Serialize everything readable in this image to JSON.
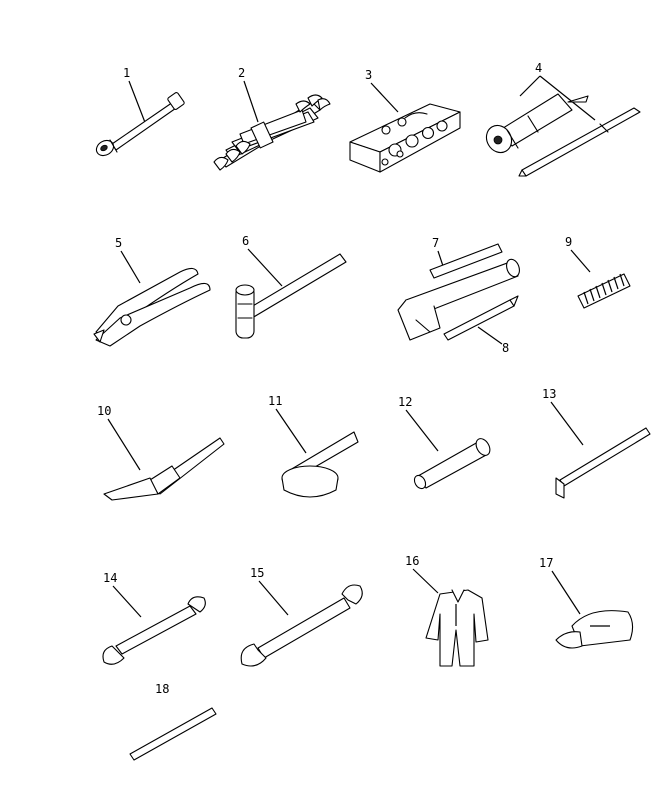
{
  "diagram": {
    "callouts": [
      {
        "id": "1",
        "text": "1"
      },
      {
        "id": "2",
        "text": "2"
      },
      {
        "id": "3",
        "text": "3"
      },
      {
        "id": "4",
        "text": "4"
      },
      {
        "id": "5",
        "text": "5"
      },
      {
        "id": "6",
        "text": "6"
      },
      {
        "id": "7",
        "text": "7"
      },
      {
        "id": "8",
        "text": "8"
      },
      {
        "id": "9",
        "text": "9"
      },
      {
        "id": "10",
        "text": "10"
      },
      {
        "id": "11",
        "text": "11"
      },
      {
        "id": "12",
        "text": "12"
      },
      {
        "id": "13",
        "text": "13"
      },
      {
        "id": "14",
        "text": "14"
      },
      {
        "id": "15",
        "text": "15"
      },
      {
        "id": "16",
        "text": "16"
      },
      {
        "id": "17",
        "text": "17"
      },
      {
        "id": "18",
        "text": "18"
      }
    ]
  }
}
